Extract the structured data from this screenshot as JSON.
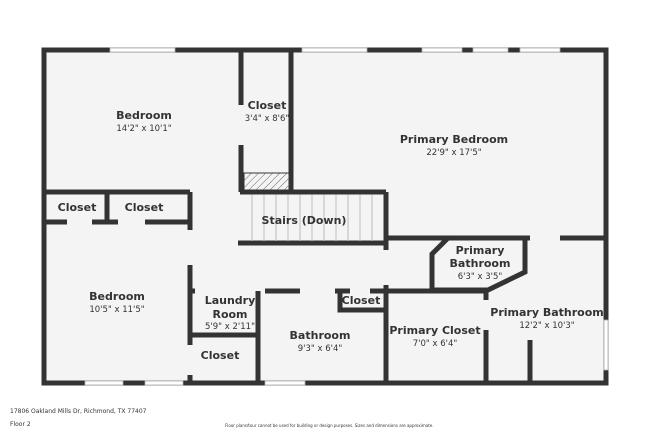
{
  "rooms": [
    {
      "name": "Bedroom",
      "dims": "14'2\" x 10'1\""
    },
    {
      "name": "Closet",
      "dims": "3'4\" x 8'6\""
    },
    {
      "name": "Primary Bedroom",
      "dims": "22'9\" x 17'5\""
    },
    {
      "name": "Closet",
      "dims": ""
    },
    {
      "name": "Closet",
      "dims": ""
    },
    {
      "name": "Stairs (Down)",
      "dims": ""
    },
    {
      "name": "Primary",
      "name2": "Bathroom",
      "dims": "6'3\" x 3'5\""
    },
    {
      "name": "Bedroom",
      "dims": "10'5\" x 11'5\""
    },
    {
      "name": "Laundry",
      "name2": "Room",
      "dims": "5'9\" x 2'11\""
    },
    {
      "name": "Closet",
      "dims": ""
    },
    {
      "name": "Primary Bathroom",
      "dims": "12'2\" x 10'3\""
    },
    {
      "name": "Bathroom",
      "dims": "9'3\" x 6'4\""
    },
    {
      "name": "Primary Closet",
      "dims": "7'0\" x 6'4\""
    },
    {
      "name": "Closet",
      "dims": ""
    }
  ],
  "footer": {
    "address": "17806 Oakland Mills Dr, Richmond, TX 77407",
    "floor": "Floor 2",
    "disclaimer": "Floor plans/tour cannot be used for building or design purposes. Sizes and dimensions are approximate."
  },
  "colors": {
    "wall": "#333333",
    "floor": "#f4f4f4",
    "window": "#ffffff"
  }
}
